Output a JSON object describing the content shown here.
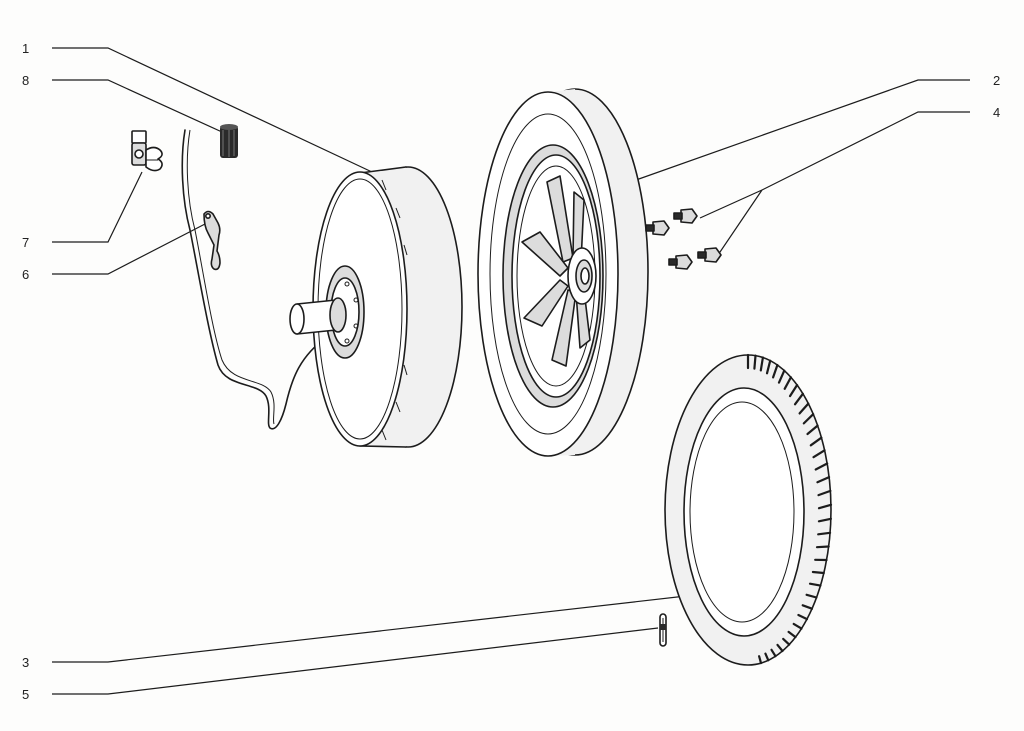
{
  "callouts": [
    {
      "number": "1",
      "part": "hub-motor"
    },
    {
      "number": "8",
      "part": "cable-sleeve"
    },
    {
      "number": "7",
      "part": "cable-clamp"
    },
    {
      "number": "6",
      "part": "cable-bracket"
    },
    {
      "number": "2",
      "part": "rim-with-tire"
    },
    {
      "number": "4",
      "part": "nuts"
    },
    {
      "number": "3",
      "part": "loose-tire"
    },
    {
      "number": "5",
      "part": "valve"
    }
  ],
  "colors": {
    "ink": "#1c1c1c",
    "background": "#fdfdfc"
  }
}
